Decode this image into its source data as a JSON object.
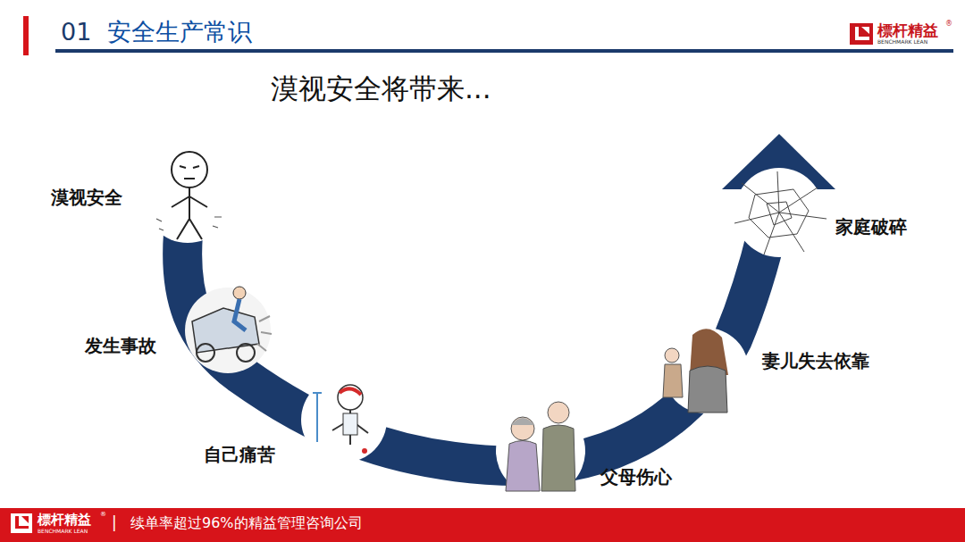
{
  "diagram": {
    "title": "安全生产常识",
    "labels": [
      "01",
      "標杆精益",
      "®",
      "BENCHMARK LEAN",
      "漠视安全将带来...",
      "漠视安全",
      "发生事故",
      "自己痛苦",
      "父母伤心",
      "妻儿失去依靠",
      "家庭破碎",
      "標杆精益",
      "®",
      "BENCHMARK LEAN",
      "|",
      "续单率超过96%的精益管理咨询公司"
    ]
  }
}
